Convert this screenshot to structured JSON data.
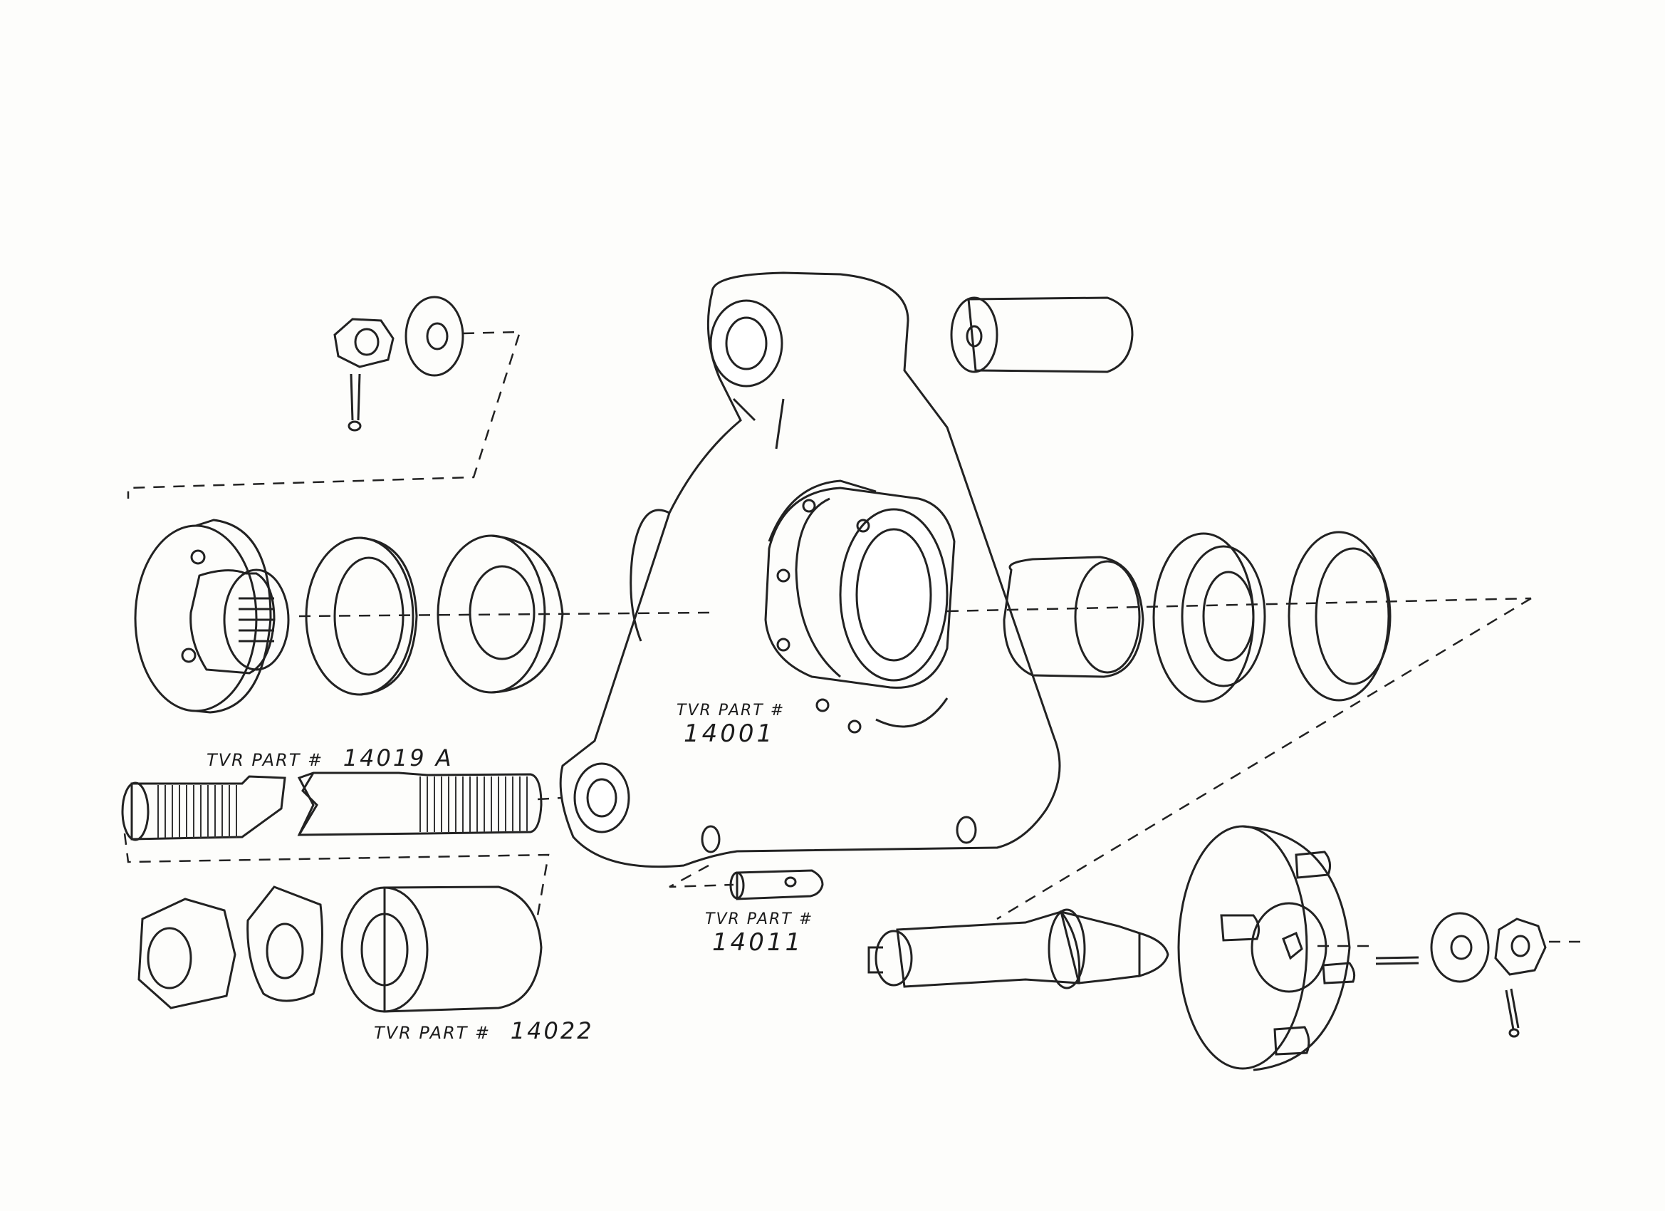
{
  "labels": {
    "main_body": {
      "prefix": "TVR PART #",
      "number": "14001"
    },
    "stud": {
      "prefix": "TVR PART #",
      "number": "14019 A"
    },
    "pin": {
      "prefix": "TVR PART #",
      "number": "14011"
    },
    "bush": {
      "prefix": "TVR PART #",
      "number": "14022"
    }
  },
  "colors": {
    "ink": "#222222",
    "paper": "#fdfdfb",
    "shade": "#e9e6dc"
  }
}
